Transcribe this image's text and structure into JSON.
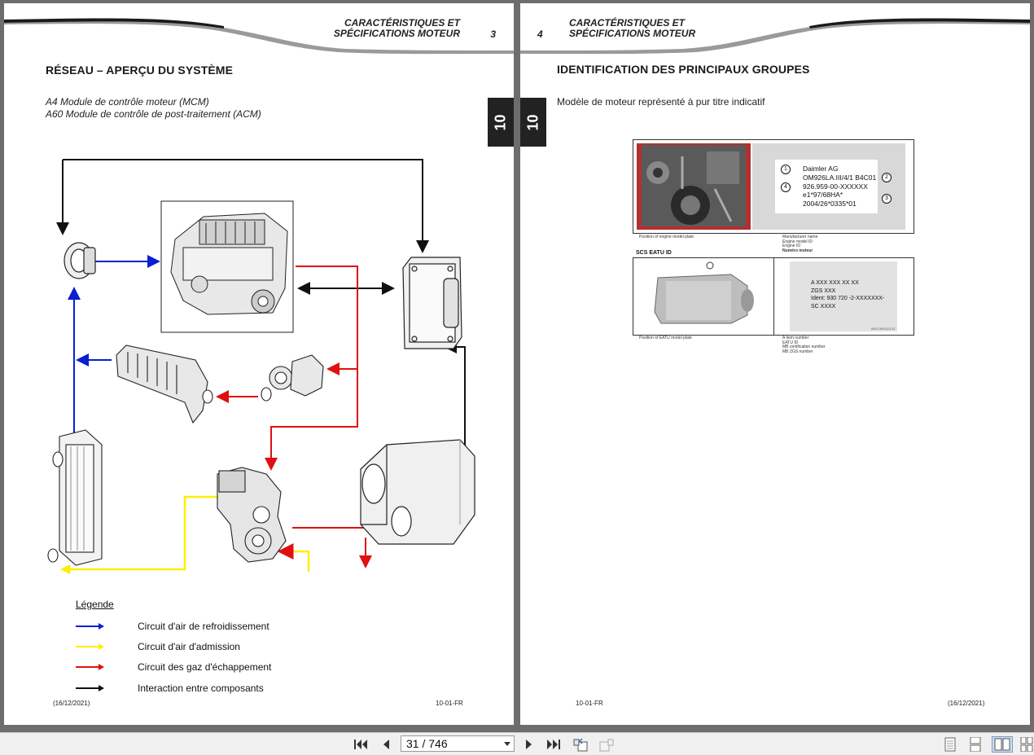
{
  "left_page": {
    "header_line1": "CARACTÉRISTIQUES ET",
    "header_line2": "SPÉCIFICATIONS MOTEUR",
    "page_number": "3",
    "section_tab": "10",
    "title": "RÉSEAU – APERÇU DU SYSTÈME",
    "subtitle_1": "A4 Module de contrôle moteur (MCM)",
    "subtitle_2": "A60 Module de contrôle de post-traitement (ACM)",
    "legend": {
      "title": "Légende",
      "items": [
        {
          "label": "Circuit d'air de refroidissement",
          "color": "#0a1fd0"
        },
        {
          "label": "Circuit d'air d'admission",
          "color": "#ffee00"
        },
        {
          "label": "Circuit des gaz d'échappement",
          "color": "#e01010"
        },
        {
          "label": "Interaction entre composants",
          "color": "#111111"
        }
      ]
    },
    "footer_date": "(16/12/2021)",
    "footer_code": "10-01-FR"
  },
  "right_page": {
    "header_line1": "CARACTÉRISTIQUES ET",
    "header_line2": "SPÉCIFICATIONS MOTEUR",
    "page_number": "4",
    "section_tab": "10",
    "title": "IDENTIFICATION DES PRINCIPAUX GROUPES",
    "subtitle": "Modèle de moteur représenté à pur titre indicatif",
    "engine_plate": {
      "line1": "Daimler AG",
      "line2": "OM926LA.III/4/1 B4C01",
      "line3": "926.959-00-XXXXXX",
      "line4": "e1*97/68HA*",
      "line5": "2004/26*0335*01",
      "caption": "Position of engine model plate",
      "legend_1": "Manufacturer name",
      "legend_2": "Engine model ID",
      "legend_3": "Engine ID",
      "legend_4": "Numéro moteur",
      "n1": "1",
      "n2": "2",
      "n3": "3",
      "n4": "4"
    },
    "eatu": {
      "heading": "SCS EATU ID",
      "line1": "A XXX XXX XX XX",
      "line2": "ZGS XXX",
      "line3": "Ident: 930 720 -2-XXXXXXX-",
      "line4": "SC XXXX",
      "code": "W01.09/1423.31",
      "caption": "Position of EATU model plate",
      "legend_1": "A item number",
      "legend_2": "EATU ID",
      "legend_3": "MB certification number",
      "legend_4": "MB ZGS number"
    },
    "footer_code": "10-01-FR",
    "footer_date": "(16/12/2021)"
  },
  "toolbar": {
    "page_indicator": "31 / 746"
  }
}
